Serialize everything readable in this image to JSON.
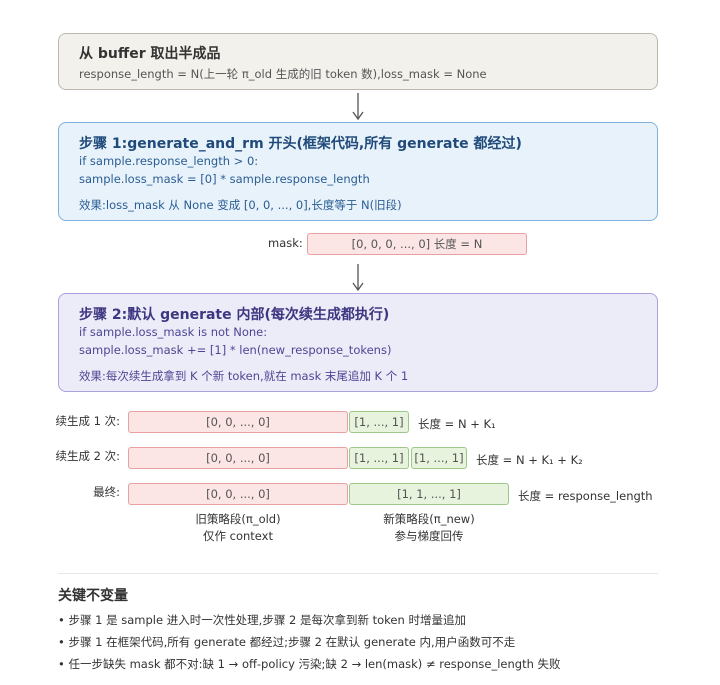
{
  "step0": {
    "title": "从 buffer 取出半成品",
    "line": "response_length = N(上一轮 π_old 生成的旧 token 数),loss_mask = None"
  },
  "step1": {
    "title": "步骤 1:generate_and_rm 开头(框架代码,所有 generate 都经过)",
    "code1": "if sample.response_length > 0:",
    "code2": "sample.loss_mask = [0] * sample.response_length",
    "effect": "效果:loss_mask 从 None 变成 [0, 0, ..., 0],长度等于 N(旧段)"
  },
  "mask_row": {
    "label": "mask:",
    "value": "[0, 0, 0, ..., 0] 长度 = N"
  },
  "step2": {
    "title": "步骤 2:默认 generate 内部(每次续生成都执行)",
    "code1": "if sample.loss_mask is not None:",
    "code2": "sample.loss_mask += [1] * len(new_response_tokens)",
    "effect": "效果:每次续生成拿到 K 个新 token,就在 mask 末尾追加 K 个 1"
  },
  "rows": {
    "r1": {
      "label": "续生成 1 次:",
      "old": "[0, 0, ..., 0]",
      "new1": "[1, ..., 1]",
      "len": "长度 = N + K₁"
    },
    "r2": {
      "label": "续生成 2 次:",
      "old": "[0, 0, ..., 0]",
      "new1": "[1, ..., 1]",
      "new2": "[1, ..., 1]",
      "len": "长度 = N + K₁ + K₂"
    },
    "r3": {
      "label": "最终:",
      "old": "[0, 0, ..., 0]",
      "new": "[1, 1, ..., 1]",
      "len": "长度 = response_length"
    }
  },
  "captions": {
    "old_1": "旧策略段(π_old)",
    "old_2": "仅作 context",
    "new_1": "新策略段(π_new)",
    "new_2": "参与梯度回传"
  },
  "invariants": {
    "title": "关键不变量",
    "items": [
      "• 步骤 1 是 sample 进入时一次性处理,步骤 2 是每次拿到新 token 时增量追加",
      "• 步骤 1 在框架代码,所有 generate 都经过;步骤 2 在默认 generate 内,用户函数可不走",
      "• 任一步缺失 mask 都不对:缺 1 → off-policy 污染;缺 2 → len(mask) ≠ response_length 失败"
    ]
  },
  "colors": {
    "old_fill": "#fbe5e5",
    "new_fill": "#e8f3de",
    "step1_fill": "#e8f2fb",
    "step2_fill": "#ecebf8"
  }
}
